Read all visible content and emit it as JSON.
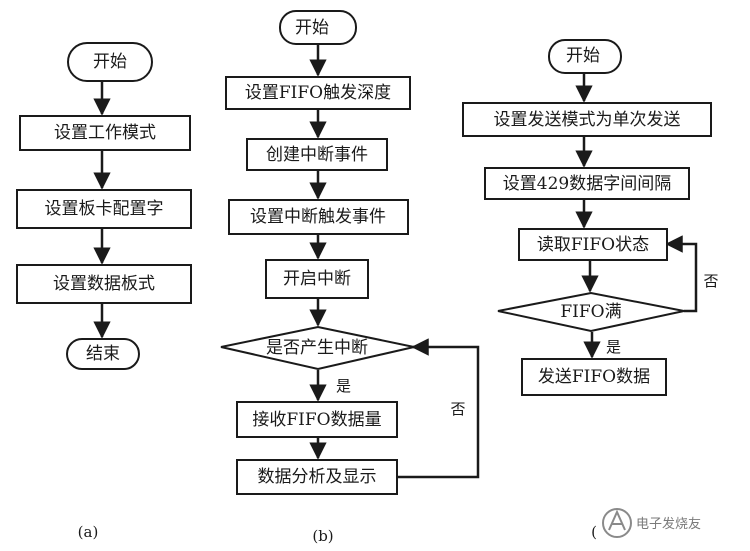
{
  "flowchart_a": {
    "start": "开始",
    "step1": "设置工作模式",
    "step2": "设置板卡配置字",
    "step3": "设置数据板式",
    "end": "结束",
    "caption": "(a)"
  },
  "flowchart_b": {
    "start": "开始",
    "step1": "设置FIFO触发深度",
    "step2": "创建中断事件",
    "step3": "设置中断触发事件",
    "step4": "开启中断",
    "decision": "是否产生中断",
    "yes_label": "是",
    "no_label": "否",
    "step5": "接收FIFO数据量",
    "step6": "数据分析及显示",
    "caption": "(b)"
  },
  "flowchart_c": {
    "start": "开始",
    "step1": "设置发送模式为单次发送",
    "step2": "设置429数据字间间隔",
    "step3": "读取FIFO状态",
    "decision": "FIFO满",
    "yes_label": "是",
    "no_label": "否",
    "step4": "发送FIFO数据",
    "caption": "("
  },
  "watermark": {
    "text": "电子发烧友",
    "icon": "watermark-logo-icon"
  }
}
